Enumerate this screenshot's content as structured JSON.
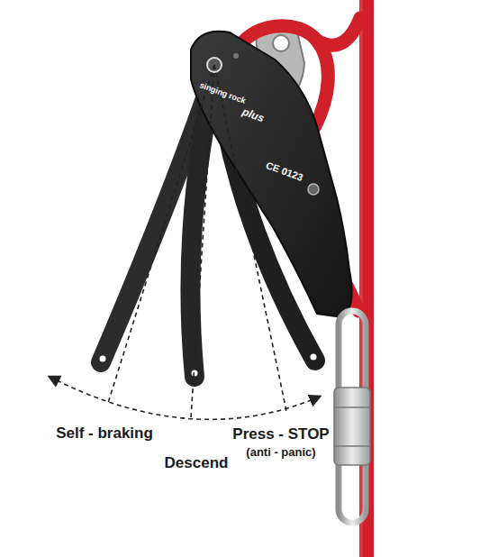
{
  "diagram": {
    "labels": [
      "singing rock",
      "plus",
      "CE 0123",
      "Self - braking",
      "Descend",
      "Press - STOP",
      "(anti - panic)"
    ]
  }
}
